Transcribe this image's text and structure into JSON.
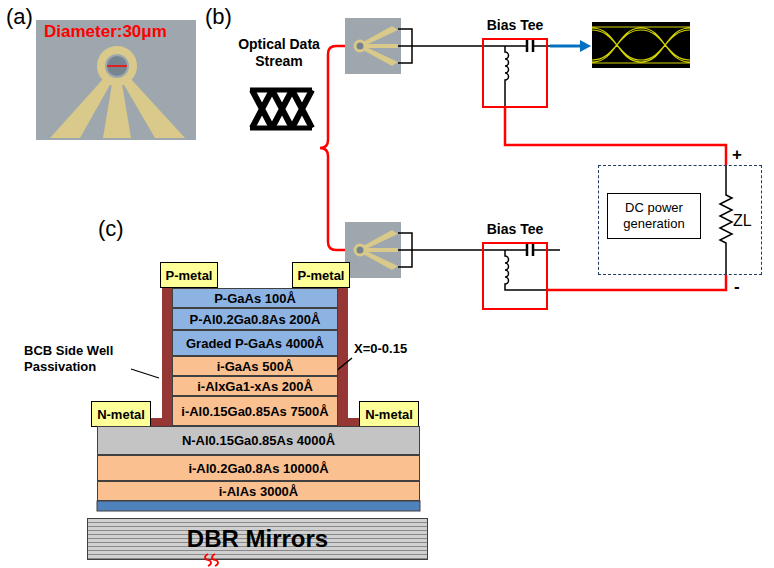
{
  "diagram": {
    "nodes": [
      {
        "text": [
          "Bias Tee"
        ]
      },
      {
        "text": [
          "Bias Tee"
        ]
      },
      {
        "text": [
          "ZL"
        ]
      },
      {
        "text": [
          "DC power generation"
        ],
        "in": 2
      },
      {
        "text": [
          "P-metal"
        ]
      },
      {
        "text": [
          "P-metal"
        ]
      },
      {
        "text": [
          "P-GaAs 100Å"
        ]
      },
      {
        "text": [
          "P-Al0.2Ga0.8As 200Å"
        ]
      },
      {
        "text": [
          "Graded P-GaAs 4000Å"
        ]
      },
      {
        "text": [
          "i-GaAs 500Å"
        ]
      },
      {
        "text": [
          "i-AlxGa1-xAs 200Å"
        ]
      },
      {
        "text": [
          "i-Al0.15Ga0.85As 7500Å"
        ]
      },
      {
        "text": [
          "N-metal"
        ]
      },
      {
        "text": [
          "N-metal"
        ]
      },
      {
        "text": [
          "N-Al0.15Ga0.85As 4000Å"
        ]
      },
      {
        "text": [
          "i-Al0.2Ga0.8As 10000Å"
        ]
      },
      {
        "text": [
          "i-AlAs 3000Å"
        ]
      },
      {
        "text": [
          "DBR Mirrors"
        ]
      }
    ],
    "edges": [
      {
        "from": 0,
        "to": 2,
        "arrow": "none"
      },
      {
        "from": 1,
        "to": 2,
        "arrow": "none"
      }
    ],
    "labels": [
      "(a)",
      "Diameter:30μm",
      "(b)",
      "Optical Data Stream",
      "+",
      "-",
      "(c)",
      "BCB Side Well Passivation",
      "X=0-0.15"
    ]
  }
}
